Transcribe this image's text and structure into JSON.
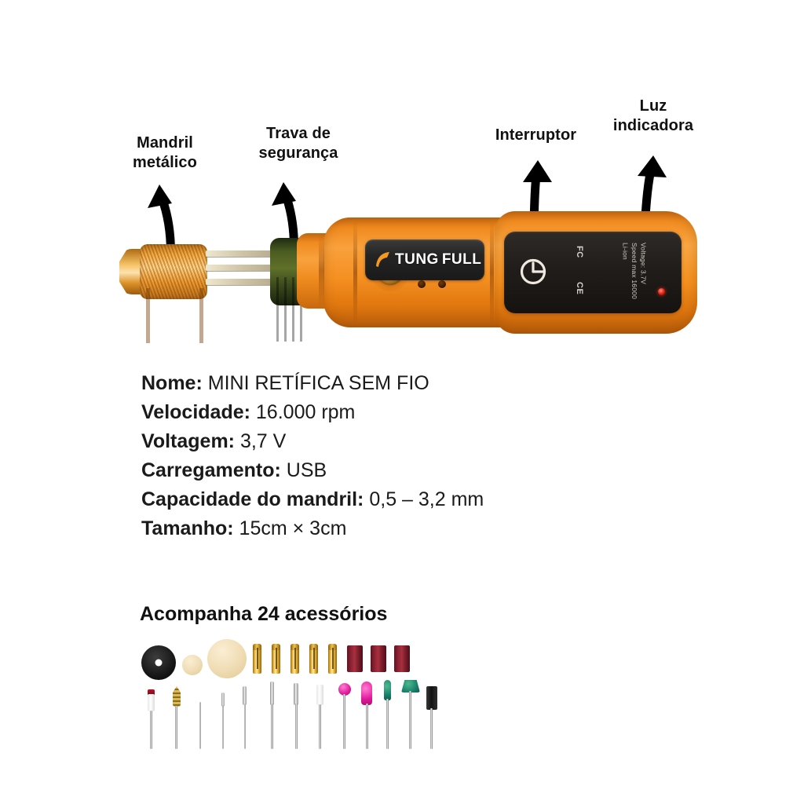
{
  "callouts": [
    {
      "id": "mandril",
      "label": "Mandril\nmetálico"
    },
    {
      "id": "trava",
      "label": "Trava de\nsegurança"
    },
    {
      "id": "switch",
      "label": "Interruptor"
    },
    {
      "id": "luz",
      "label": "Luz\nindicadora"
    }
  ],
  "product": {
    "brand_text_1": "TUNG",
    "brand_text_2": "FULL",
    "panel": {
      "power_icon": "power-icon",
      "cert_marks": "FC",
      "cert_ce": "CE",
      "spec_lines": "Voltage: 3.7V\nSpeed max 16000\nLi-ion",
      "led": "indicator-led"
    },
    "body_color": "#f08a1e",
    "collar_color": "#4b5c22",
    "chuck_color": "#e8a93a"
  },
  "specs": [
    {
      "key": "Nome:",
      "value": "MINI RETÍFICA SEM FIO"
    },
    {
      "key": "Velocidade:",
      "value": "16.000 rpm"
    },
    {
      "key": "Voltagem:",
      "value": "3,7 V"
    },
    {
      "key": "Carregamento:",
      "value": "USB"
    },
    {
      "key": "Capacidade do mandril:",
      "value": "0,5 – 3,2 mm"
    },
    {
      "key": "Tamanho:",
      "value": "15cm × 3cm"
    }
  ],
  "accessories": {
    "title": "Acompanha 24 acessórios",
    "top_row": [
      {
        "name": "cutting-disc-black",
        "type": "disc-black"
      },
      {
        "name": "felt-disc-small",
        "type": "felt"
      },
      {
        "name": "felt-wheel-large",
        "type": "felt"
      },
      {
        "name": "collet-1",
        "type": "collet"
      },
      {
        "name": "collet-2",
        "type": "collet"
      },
      {
        "name": "collet-3",
        "type": "collet"
      },
      {
        "name": "collet-4",
        "type": "collet"
      },
      {
        "name": "collet-5",
        "type": "collet"
      },
      {
        "name": "sanding-band-1",
        "type": "band"
      },
      {
        "name": "sanding-band-2",
        "type": "band"
      },
      {
        "name": "sanding-band-3",
        "type": "band"
      }
    ],
    "bottom_row": [
      {
        "name": "polisher-red-tip",
        "type": "tip-red"
      },
      {
        "name": "spiral-burr-gold",
        "type": "tip-gold"
      },
      {
        "name": "needle-thin",
        "type": "tip-steel"
      },
      {
        "name": "needle-fine-1",
        "type": "tip-steel"
      },
      {
        "name": "needle-fine-2",
        "type": "tip-steel"
      },
      {
        "name": "steel-burr-1",
        "type": "tip-steel"
      },
      {
        "name": "steel-burr-2",
        "type": "tip-steel"
      },
      {
        "name": "cylinder-white",
        "type": "tip-white"
      },
      {
        "name": "ball-pink",
        "type": "tip-pink"
      },
      {
        "name": "cone-pink",
        "type": "tip-pink"
      },
      {
        "name": "cone-green",
        "type": "tip-green"
      },
      {
        "name": "disc-green",
        "type": "tip-green"
      },
      {
        "name": "cylinder-black",
        "type": "tip-black"
      }
    ]
  }
}
